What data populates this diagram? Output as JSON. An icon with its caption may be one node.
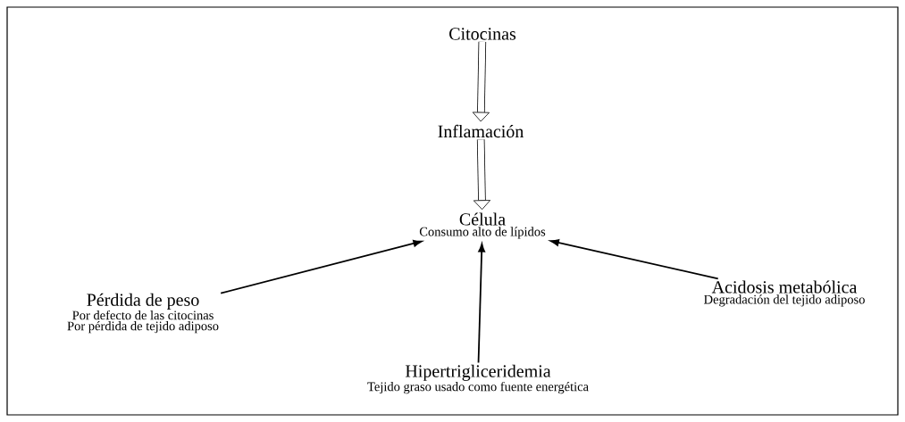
{
  "diagram": {
    "nodes": [
      {
        "text": [
          "Citocinas"
        ]
      },
      {
        "text": [
          "Inflamación"
        ]
      },
      {
        "text": [
          "Célula",
          "Consumo alto de lípidos"
        ]
      },
      {
        "text": [
          "Pérdida de peso",
          "Por defecto de las citocinas",
          "Por pérdida de tejido adiposo"
        ]
      },
      {
        "text": [
          "Acidosis metabólica",
          "Degradación del tejido adiposo"
        ]
      },
      {
        "text": [
          "Hipertrigliceridemia",
          "Tejido graso usado como fuente energética"
        ]
      }
    ],
    "edges": [
      {
        "from": 0,
        "to": 1,
        "arrow": "to",
        "style": "thick"
      },
      {
        "from": 1,
        "to": 2,
        "arrow": "to",
        "style": "thick"
      },
      {
        "from": 3,
        "to": 2,
        "arrow": "to"
      },
      {
        "from": 4,
        "to": 2,
        "arrow": "to"
      },
      {
        "from": 5,
        "to": 2,
        "arrow": "to"
      }
    ]
  }
}
